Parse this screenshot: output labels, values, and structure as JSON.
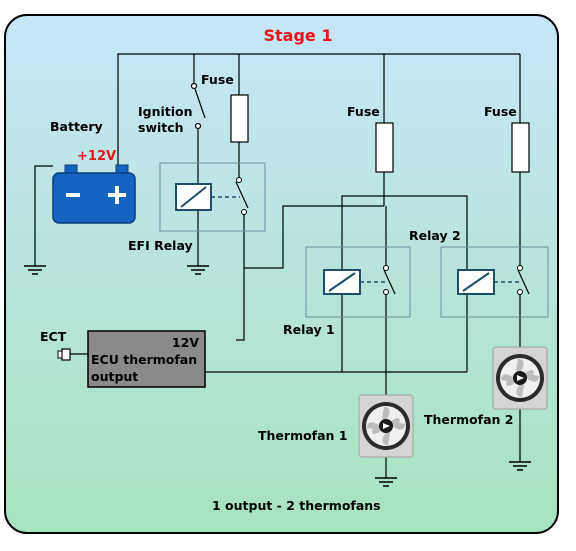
{
  "title": "Stage 1",
  "caption": "1 output - 2 thermofans",
  "labels": {
    "battery": "Battery",
    "battery_voltage": "+12V",
    "battery_minus": "−",
    "battery_plus": "+",
    "fuse_main": "Fuse",
    "ignition_line1": "Ignition",
    "ignition_line2": "switch",
    "efi_relay": "EFI Relay",
    "fuse_relay1": "Fuse",
    "fuse_relay2": "Fuse",
    "relay2": "Relay 2",
    "relay1": "Relay 1",
    "ect": "ECT",
    "ecu_voltage": "12V",
    "ecu_line1": "ECU thermofan",
    "ecu_line2": "output",
    "thermofan1": "Thermofan 1",
    "thermofan2": "Thermofan 2"
  },
  "colors": {
    "title": "#e8141a",
    "voltage": "#e8141a",
    "battery_body": "#1565c0",
    "gradient_top": "#c7e6f7",
    "gradient_bottom": "#a6e3bf",
    "relay_box_border": "#6b8f9e",
    "relay_coil": "#1e4f6a",
    "ecu_box": "#8a8a8a",
    "wire": "#000000"
  },
  "icons": {
    "fan": "computer-fan-icon",
    "ground": "ground-symbol-icon"
  }
}
